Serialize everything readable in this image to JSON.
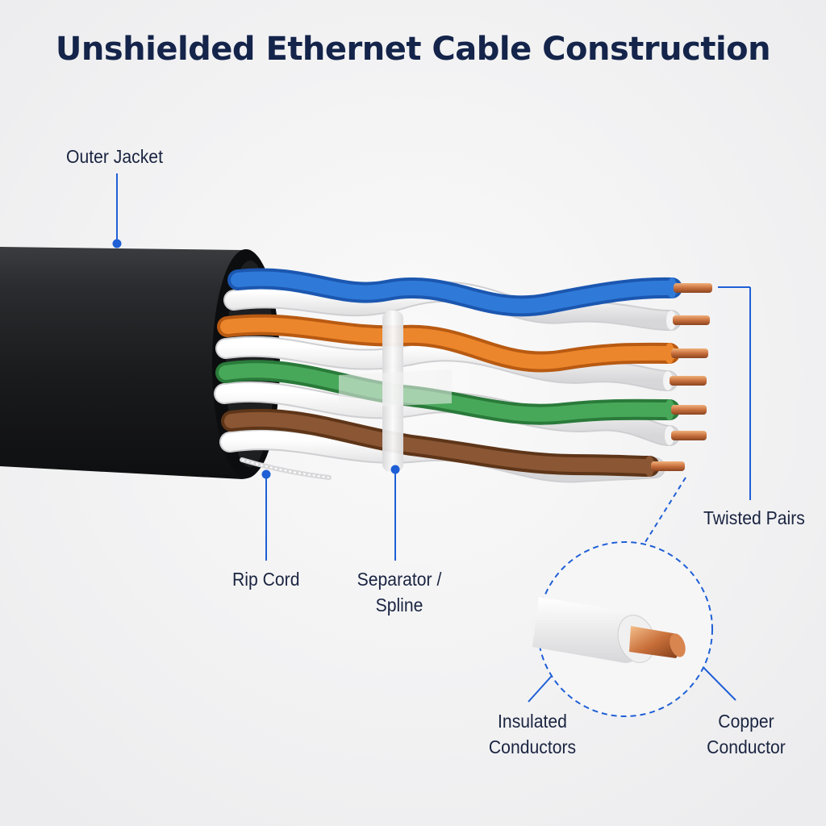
{
  "title": "Unshielded Ethernet Cable Construction",
  "labels": {
    "outer_jacket": "Outer Jacket",
    "twisted_pairs": "Twisted Pairs",
    "rip_cord": "Rip Cord",
    "separator_line1": "Separator /",
    "separator_line2": "Spline",
    "insulated_line1": "Insulated",
    "insulated_line2": "Conductors",
    "copper_line1": "Copper",
    "copper_line2": "Conductor"
  },
  "colors": {
    "title": "#14244a",
    "leader_line": "#1f5fd6",
    "jacket": "#1c1d1f",
    "pair_blue": "#2a6fcf",
    "pair_orange": "#e07a22",
    "pair_green": "#3e9b4f",
    "pair_brown": "#7a4a2c",
    "insulation_white": "#f1f1f1",
    "copper": "#c8703e"
  }
}
